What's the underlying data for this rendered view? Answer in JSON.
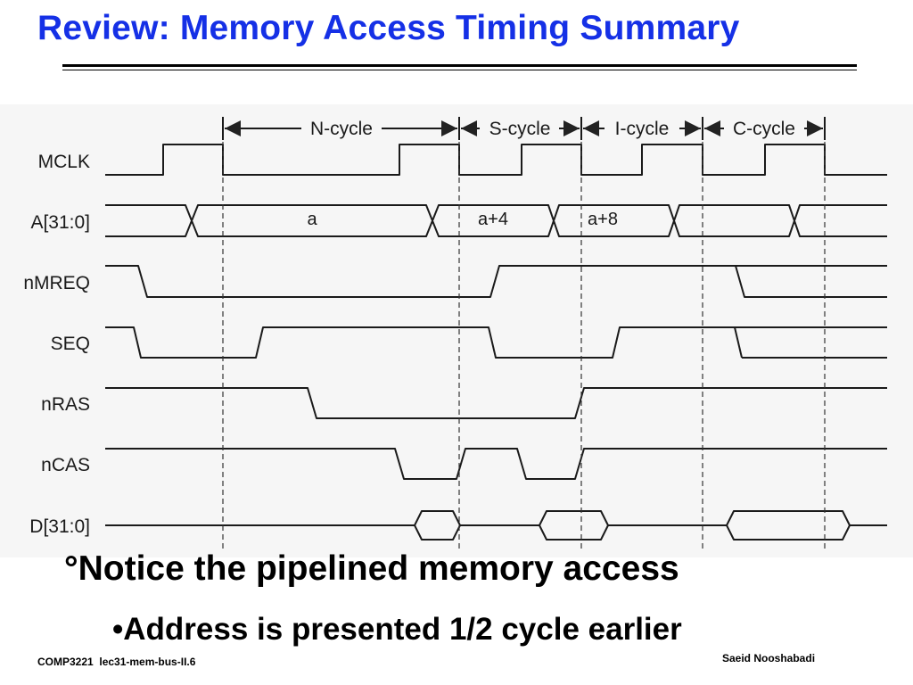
{
  "slide": {
    "title": "Review: Memory Access Timing Summary",
    "bullet_main_marker": "°",
    "bullet_main": "Notice the pipelined memory access",
    "bullet_sub_marker": "•",
    "bullet_sub": "Address is presented 1/2 cycle earlier",
    "footer_left": "COMP3221  lec31-mem-bus-II.6",
    "footer_right": "Saeid Nooshabadi",
    "title_color": "#1530e6"
  },
  "diagram": {
    "cycles": [
      "N-cycle",
      "S-cycle",
      "I-cycle",
      "C-cycle"
    ],
    "signals": [
      "MCLK",
      "A[31:0]",
      "nMREQ",
      "SEQ",
      "nRAS",
      "nCAS",
      "D[31:0]"
    ],
    "address_labels": [
      "a",
      "a+4",
      "a+8"
    ]
  }
}
